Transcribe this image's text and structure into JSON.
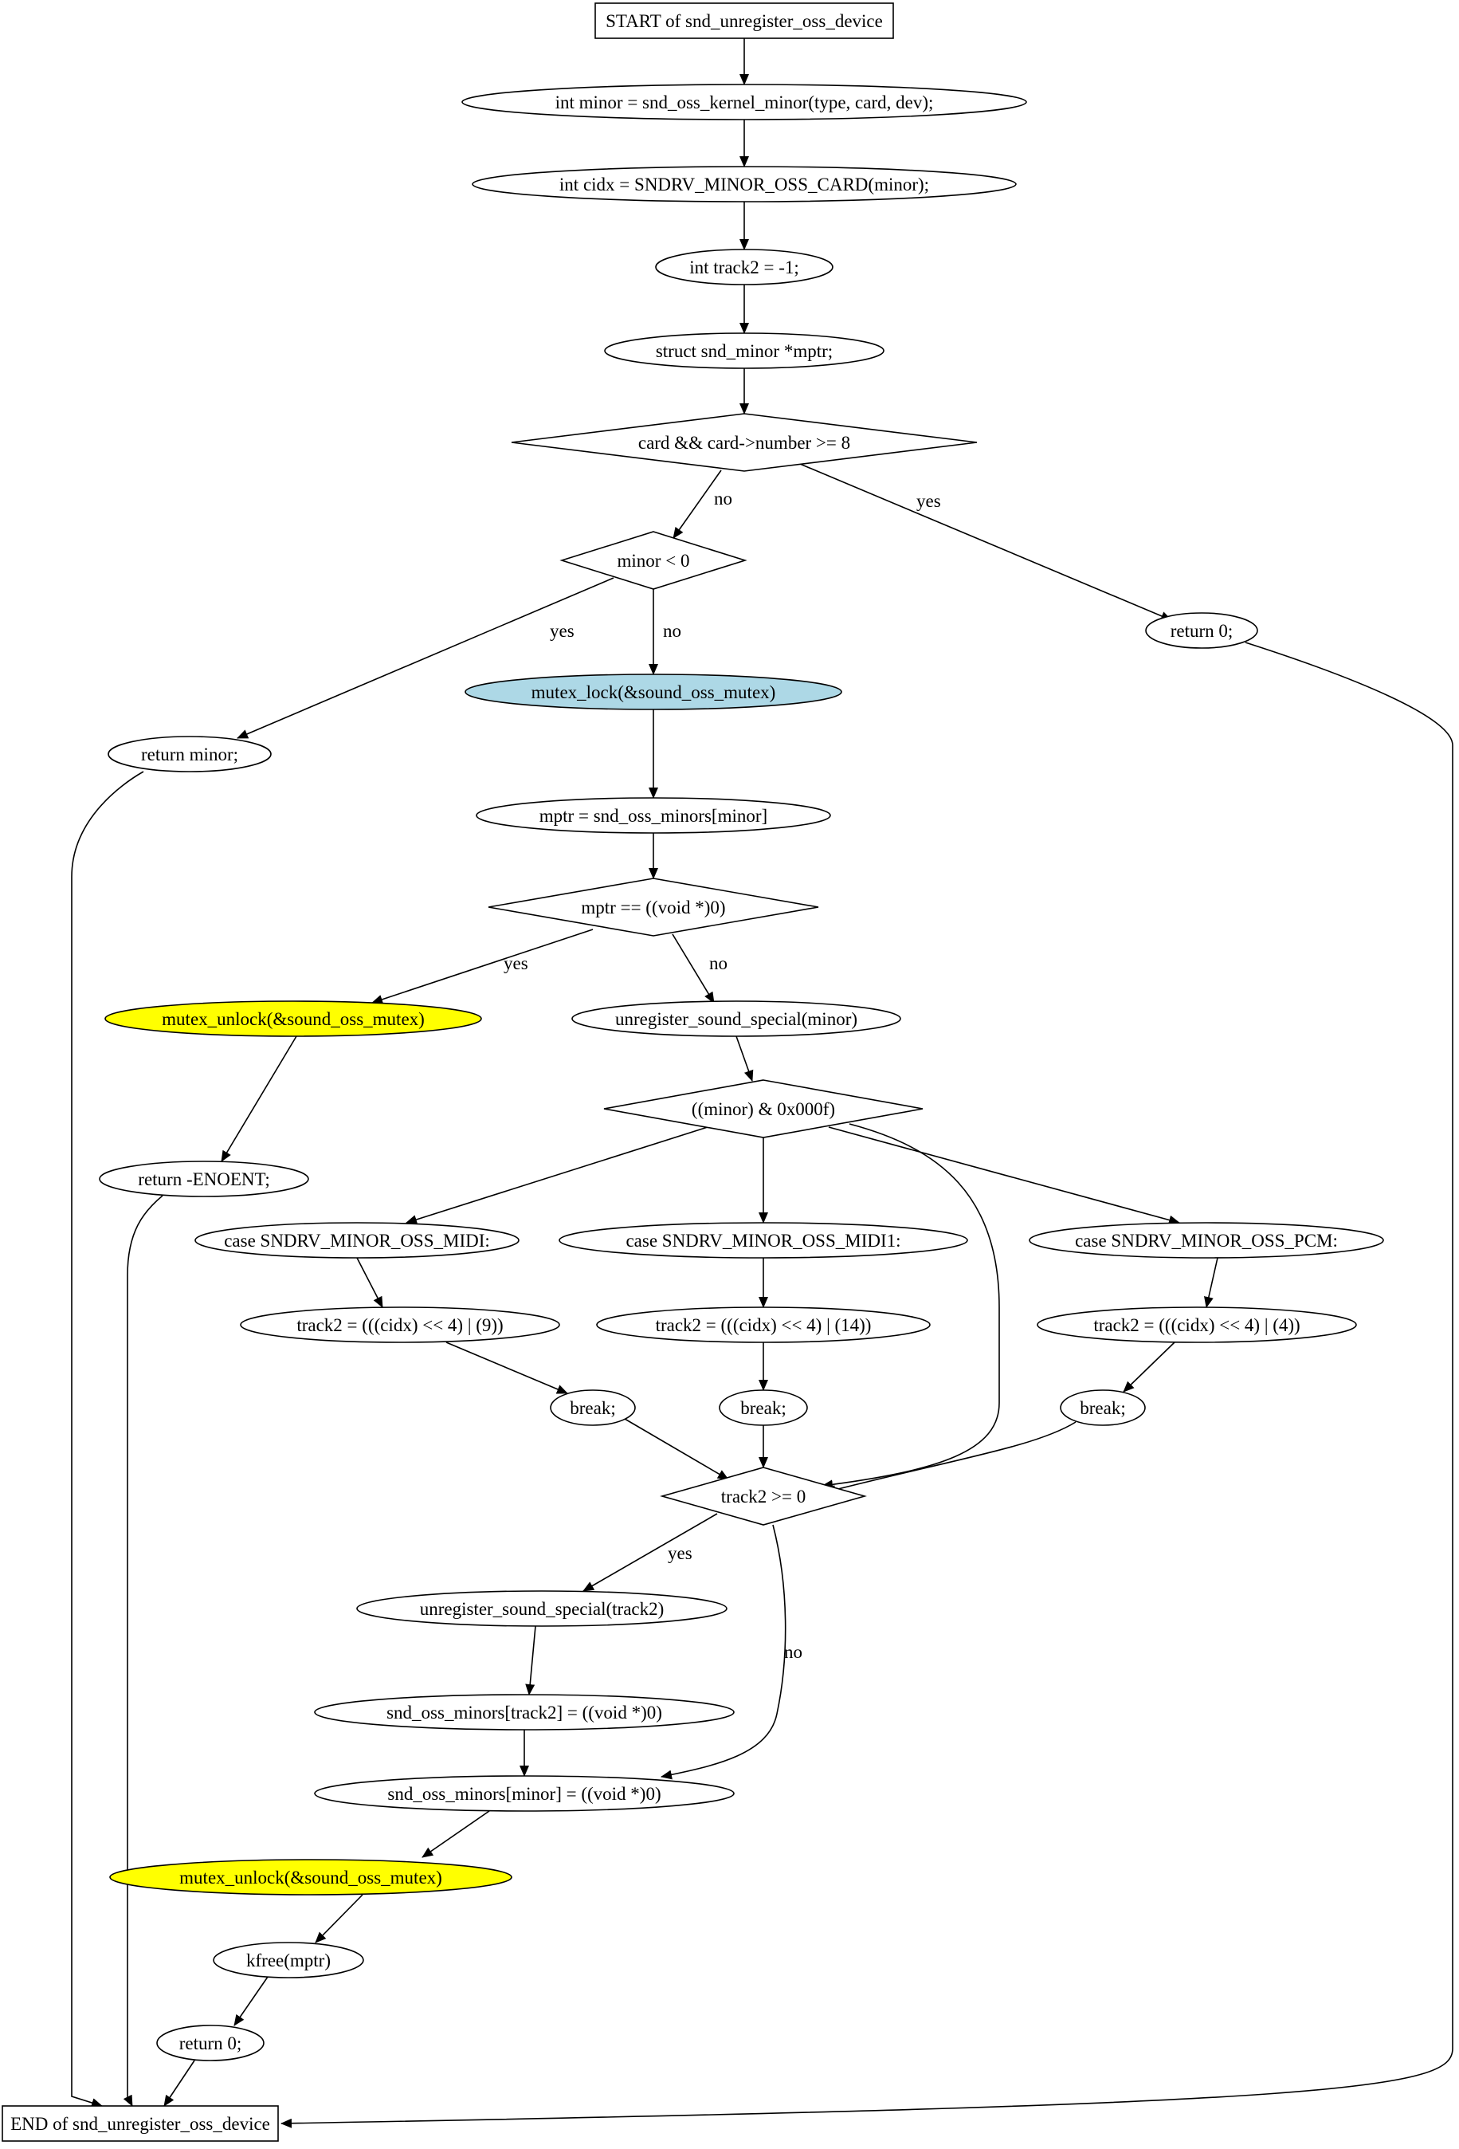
{
  "diagram": {
    "nodes": [
      {
        "id": "start",
        "label": "START of snd_unregister_oss_device",
        "shape": "box"
      },
      {
        "id": "n1",
        "label": "int minor = snd_oss_kernel_minor(type, card, dev);",
        "shape": "ellipse"
      },
      {
        "id": "n2",
        "label": "int cidx = SNDRV_MINOR_OSS_CARD(minor);",
        "shape": "ellipse"
      },
      {
        "id": "n3",
        "label": "int track2 = -1;",
        "shape": "ellipse"
      },
      {
        "id": "n4",
        "label": "struct snd_minor *mptr;",
        "shape": "ellipse"
      },
      {
        "id": "d1",
        "label": "card && card->number >= 8",
        "shape": "diamond"
      },
      {
        "id": "d2",
        "label": "minor < 0",
        "shape": "diamond"
      },
      {
        "id": "r0a",
        "label": "return 0;",
        "shape": "ellipse"
      },
      {
        "id": "lock",
        "label": "mutex_lock(&sound_oss_mutex)",
        "shape": "ellipse",
        "fill": "#add8e6"
      },
      {
        "id": "rmin",
        "label": "return minor;",
        "shape": "ellipse"
      },
      {
        "id": "n5",
        "label": "mptr = snd_oss_minors[minor]",
        "shape": "ellipse"
      },
      {
        "id": "d3",
        "label": "mptr == ((void *)0)",
        "shape": "diamond"
      },
      {
        "id": "unl1",
        "label": "mutex_unlock(&sound_oss_mutex)",
        "shape": "ellipse",
        "fill": "#ffff00"
      },
      {
        "id": "unreg1",
        "label": "unregister_sound_special(minor)",
        "shape": "ellipse"
      },
      {
        "id": "d4",
        "label": "((minor) & 0x000f)",
        "shape": "diamond"
      },
      {
        "id": "renoent",
        "label": "return -ENOENT;",
        "shape": "ellipse"
      },
      {
        "id": "c1",
        "label": "case SNDRV_MINOR_OSS_MIDI:",
        "shape": "ellipse"
      },
      {
        "id": "c2",
        "label": "case SNDRV_MINOR_OSS_MIDI1:",
        "shape": "ellipse"
      },
      {
        "id": "c3",
        "label": "case SNDRV_MINOR_OSS_PCM:",
        "shape": "ellipse"
      },
      {
        "id": "t1",
        "label": "track2 = (((cidx) << 4) | (9))",
        "shape": "ellipse"
      },
      {
        "id": "t2",
        "label": "track2 = (((cidx) << 4) | (14))",
        "shape": "ellipse"
      },
      {
        "id": "t3",
        "label": "track2 = (((cidx) << 4) | (4))",
        "shape": "ellipse"
      },
      {
        "id": "b1",
        "label": "break;",
        "shape": "ellipse"
      },
      {
        "id": "b2",
        "label": "break;",
        "shape": "ellipse"
      },
      {
        "id": "b3",
        "label": "break;",
        "shape": "ellipse"
      },
      {
        "id": "d5",
        "label": "track2 >= 0",
        "shape": "diamond"
      },
      {
        "id": "unreg2",
        "label": "unregister_sound_special(track2)",
        "shape": "ellipse"
      },
      {
        "id": "n6",
        "label": "snd_oss_minors[track2] = ((void *)0)",
        "shape": "ellipse"
      },
      {
        "id": "n7",
        "label": "snd_oss_minors[minor] = ((void *)0)",
        "shape": "ellipse"
      },
      {
        "id": "unl2",
        "label": "mutex_unlock(&sound_oss_mutex)",
        "shape": "ellipse",
        "fill": "#ffff00"
      },
      {
        "id": "kfree",
        "label": "kfree(mptr)",
        "shape": "ellipse"
      },
      {
        "id": "r0b",
        "label": "return 0;",
        "shape": "ellipse"
      },
      {
        "id": "end",
        "label": "END of snd_unregister_oss_device",
        "shape": "box"
      }
    ],
    "edges": [
      {
        "from": "start",
        "to": "n1",
        "label": ""
      },
      {
        "from": "n1",
        "to": "n2",
        "label": ""
      },
      {
        "from": "n2",
        "to": "n3",
        "label": ""
      },
      {
        "from": "n3",
        "to": "n4",
        "label": ""
      },
      {
        "from": "n4",
        "to": "d1",
        "label": ""
      },
      {
        "from": "d1",
        "to": "d2",
        "label": "no"
      },
      {
        "from": "d1",
        "to": "r0a",
        "label": "yes"
      },
      {
        "from": "d2",
        "to": "rmin",
        "label": "yes"
      },
      {
        "from": "d2",
        "to": "lock",
        "label": "no"
      },
      {
        "from": "r0a",
        "to": "end",
        "label": ""
      },
      {
        "from": "lock",
        "to": "n5",
        "label": ""
      },
      {
        "from": "rmin",
        "to": "end",
        "label": ""
      },
      {
        "from": "n5",
        "to": "d3",
        "label": ""
      },
      {
        "from": "d3",
        "to": "unl1",
        "label": "yes"
      },
      {
        "from": "d3",
        "to": "unreg1",
        "label": "no"
      },
      {
        "from": "unl1",
        "to": "renoent",
        "label": ""
      },
      {
        "from": "unreg1",
        "to": "d4",
        "label": ""
      },
      {
        "from": "renoent",
        "to": "end",
        "label": ""
      },
      {
        "from": "d4",
        "to": "c1",
        "label": ""
      },
      {
        "from": "d4",
        "to": "c2",
        "label": ""
      },
      {
        "from": "d4",
        "to": "c3",
        "label": ""
      },
      {
        "from": "d4",
        "to": "d5",
        "label": ""
      },
      {
        "from": "c1",
        "to": "t1",
        "label": ""
      },
      {
        "from": "c2",
        "to": "t2",
        "label": ""
      },
      {
        "from": "c3",
        "to": "t3",
        "label": ""
      },
      {
        "from": "t1",
        "to": "b1",
        "label": ""
      },
      {
        "from": "t2",
        "to": "b2",
        "label": ""
      },
      {
        "from": "t3",
        "to": "b3",
        "label": ""
      },
      {
        "from": "b1",
        "to": "d5",
        "label": ""
      },
      {
        "from": "b2",
        "to": "d5",
        "label": ""
      },
      {
        "from": "b3",
        "to": "d5",
        "label": ""
      },
      {
        "from": "d5",
        "to": "unreg2",
        "label": "yes"
      },
      {
        "from": "d5",
        "to": "n7",
        "label": "no"
      },
      {
        "from": "unreg2",
        "to": "n6",
        "label": ""
      },
      {
        "from": "n6",
        "to": "n7",
        "label": ""
      },
      {
        "from": "n7",
        "to": "unl2",
        "label": ""
      },
      {
        "from": "unl2",
        "to": "kfree",
        "label": ""
      },
      {
        "from": "kfree",
        "to": "r0b",
        "label": ""
      },
      {
        "from": "r0b",
        "to": "end",
        "label": ""
      }
    ]
  }
}
